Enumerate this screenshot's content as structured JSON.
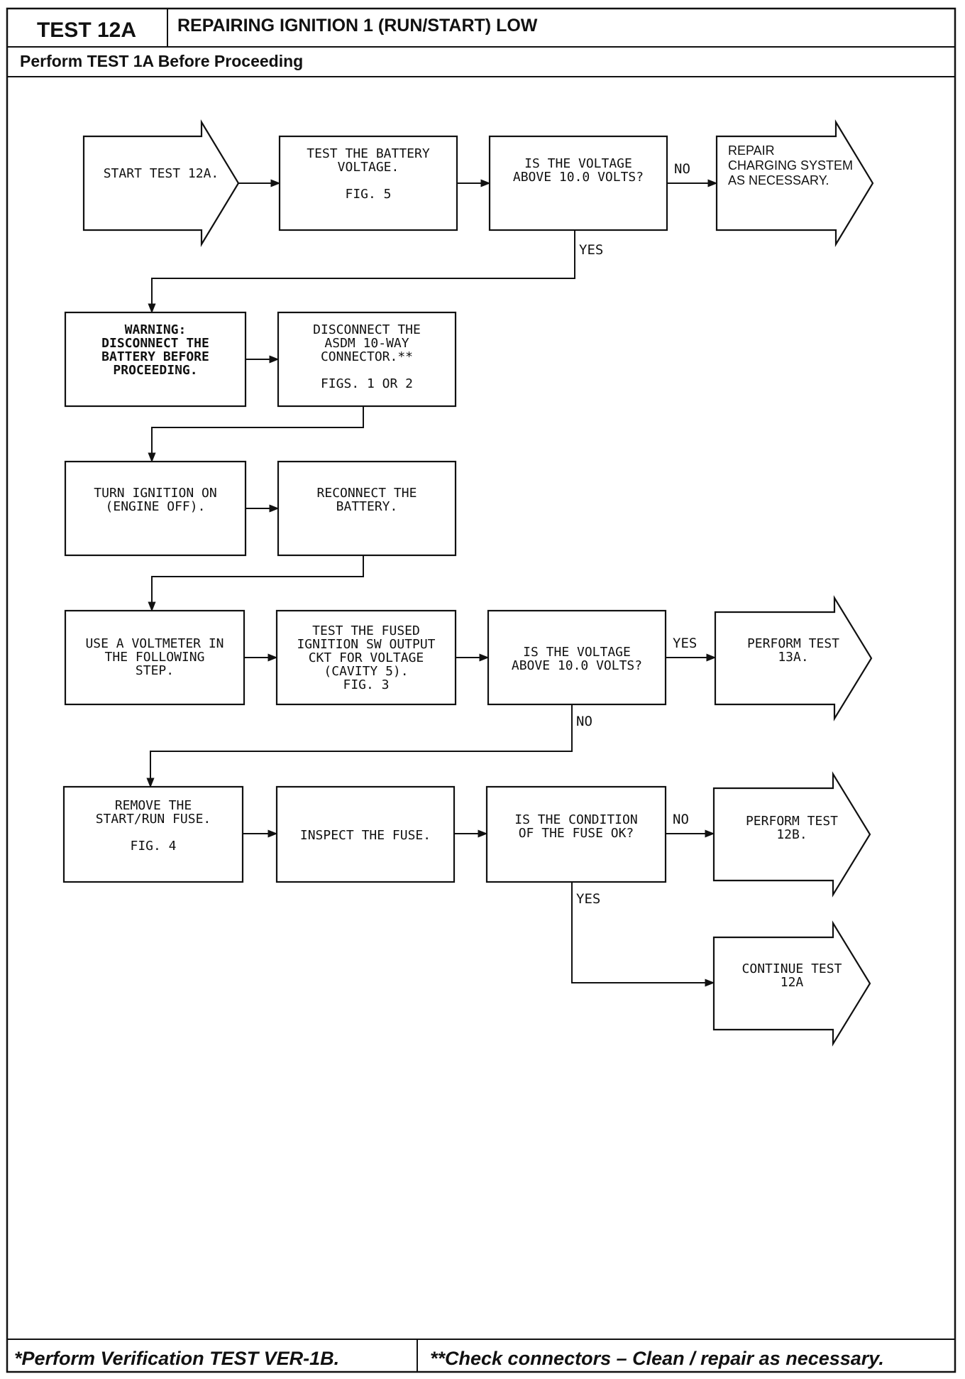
{
  "header": {
    "test_id": "TEST 12A",
    "title": "REPAIRING IGNITION 1 (RUN/START) LOW",
    "subtitle": "Perform TEST 1A Before Proceeding"
  },
  "footer": {
    "left_note": "*Perform Verification TEST VER-1B.",
    "right_note": "**Check connectors – Clean / repair as necessary."
  },
  "nodes": [
    {
      "id": "start",
      "shape": "arrow",
      "lines": [
        "START TEST 12A."
      ]
    },
    {
      "id": "test-battery",
      "shape": "box",
      "lines": [
        "TEST THE BATTERY",
        "VOLTAGE.",
        "",
        "FIG. 5"
      ]
    },
    {
      "id": "voltage-q1",
      "shape": "box",
      "lines": [
        "IS THE VOLTAGE",
        "ABOVE 10.0 VOLTS?"
      ]
    },
    {
      "id": "repair-charging",
      "shape": "arrow",
      "font": "sans",
      "lines": [
        "REPAIR",
        "CHARGING SYSTEM",
        "AS NECESSARY."
      ]
    },
    {
      "id": "warning",
      "shape": "box",
      "bold": true,
      "lines": [
        "WARNING:",
        "DISCONNECT THE",
        "BATTERY BEFORE",
        "PROCEEDING."
      ]
    },
    {
      "id": "disconnect-asdm",
      "shape": "box",
      "lines": [
        "DISCONNECT THE",
        "ASDM 10-WAY",
        "CONNECTOR.**",
        "",
        "FIGS. 1 OR 2"
      ]
    },
    {
      "id": "ignition-on",
      "shape": "box",
      "lines": [
        "TURN IGNITION ON",
        "(ENGINE OFF)."
      ]
    },
    {
      "id": "reconnect-battery",
      "shape": "box",
      "lines": [
        "RECONNECT THE",
        "BATTERY."
      ]
    },
    {
      "id": "use-voltmeter",
      "shape": "box",
      "lines": [
        "USE A VOLTMETER IN",
        "THE FOLLOWING",
        "STEP."
      ]
    },
    {
      "id": "test-fused",
      "shape": "box",
      "lines": [
        "TEST THE FUSED",
        "IGNITION SW OUTPUT",
        "CKT FOR VOLTAGE",
        "(CAVITY 5).",
        "FIG. 3"
      ]
    },
    {
      "id": "voltage-q2",
      "shape": "box",
      "lines": [
        "IS THE VOLTAGE",
        "ABOVE 10.0 VOLTS?"
      ]
    },
    {
      "id": "perform-13a",
      "shape": "arrow",
      "lines": [
        "PERFORM TEST",
        "13A."
      ]
    },
    {
      "id": "remove-fuse",
      "shape": "box",
      "lines": [
        "REMOVE THE",
        "START/RUN FUSE.",
        "",
        "FIG. 4"
      ]
    },
    {
      "id": "inspect-fuse",
      "shape": "box",
      "lines": [
        "INSPECT THE FUSE."
      ]
    },
    {
      "id": "fuse-q",
      "shape": "box",
      "lines": [
        "IS THE CONDITION",
        "OF THE FUSE OK?"
      ]
    },
    {
      "id": "perform-12b",
      "shape": "arrow",
      "lines": [
        "PERFORM TEST",
        "12B."
      ]
    },
    {
      "id": "continue-12a",
      "shape": "arrow",
      "lines": [
        "CONTINUE TEST",
        "12A"
      ]
    }
  ],
  "edges": [
    {
      "from": "start",
      "to": "test-battery",
      "label": ""
    },
    {
      "from": "test-battery",
      "to": "voltage-q1",
      "label": ""
    },
    {
      "from": "voltage-q1",
      "to": "repair-charging",
      "label": "NO"
    },
    {
      "from": "voltage-q1",
      "to": "warning",
      "label": "YES"
    },
    {
      "from": "warning",
      "to": "disconnect-asdm",
      "label": ""
    },
    {
      "from": "disconnect-asdm",
      "to": "ignition-on",
      "label": ""
    },
    {
      "from": "ignition-on",
      "to": "reconnect-battery",
      "label": ""
    },
    {
      "from": "reconnect-battery",
      "to": "use-voltmeter",
      "label": ""
    },
    {
      "from": "use-voltmeter",
      "to": "test-fused",
      "label": ""
    },
    {
      "from": "test-fused",
      "to": "voltage-q2",
      "label": ""
    },
    {
      "from": "voltage-q2",
      "to": "perform-13a",
      "label": "YES"
    },
    {
      "from": "voltage-q2",
      "to": "remove-fuse",
      "label": "NO"
    },
    {
      "from": "remove-fuse",
      "to": "inspect-fuse",
      "label": ""
    },
    {
      "from": "inspect-fuse",
      "to": "fuse-q",
      "label": ""
    },
    {
      "from": "fuse-q",
      "to": "perform-12b",
      "label": "NO"
    },
    {
      "from": "fuse-q",
      "to": "continue-12a",
      "label": "YES"
    }
  ]
}
